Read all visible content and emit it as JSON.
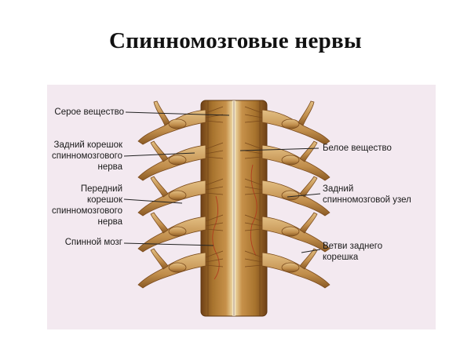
{
  "title": "Спинномозговые нервы",
  "labels_left": [
    {
      "id": "gray-matter",
      "lines": [
        "Серое вещество"
      ]
    },
    {
      "id": "dorsal-root",
      "lines": [
        "Задний корешок",
        "спинномозгового",
        "нерва"
      ]
    },
    {
      "id": "ventral-root",
      "lines": [
        "Передний",
        "корешок",
        "спинномозгового",
        "нерва"
      ]
    },
    {
      "id": "spinal-cord",
      "lines": [
        "Спинной мозг"
      ]
    }
  ],
  "labels_right": [
    {
      "id": "white-matter",
      "lines": [
        "Белое вещество"
      ]
    },
    {
      "id": "dorsal-root-ganglion",
      "lines": [
        "Задний",
        "спинномозговой узел"
      ]
    },
    {
      "id": "dorsal-root-branches",
      "lines": [
        "Ветви заднего",
        "корешка"
      ]
    }
  ],
  "colors": {
    "panel_background": "#f3e9f0",
    "cord_dark": "#7a4a1c",
    "cord_mid": "#a8742e",
    "cord_light": "#e8cf98",
    "nerve": "#c99a58",
    "nerve_dark": "#8a5a24",
    "leader_line": "#222222"
  }
}
